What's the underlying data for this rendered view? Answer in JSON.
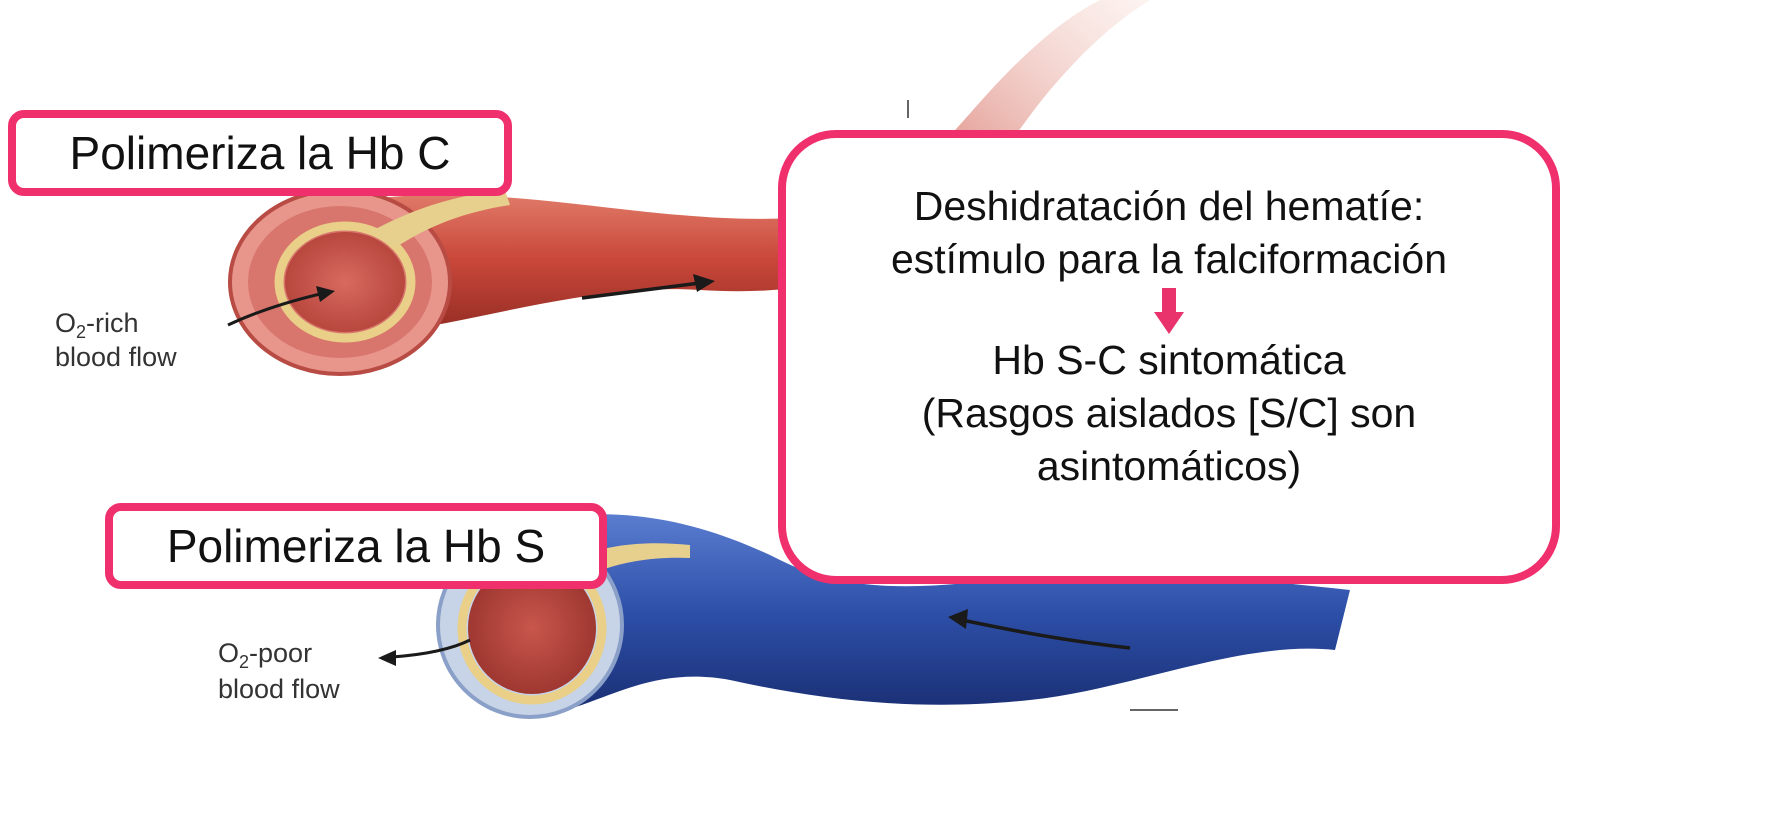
{
  "callout_hbc": "Polimeriza la Hb C",
  "callout_hbs": "Polimeriza la Hb S",
  "main_callout": {
    "line1": "Deshidratación del hematíe:",
    "line2": "estímulo para la falciformación",
    "line3": "Hb S-C sintomática",
    "line4": "(Rasgos aislados [S/C] son",
    "line5": "asintomáticos)"
  },
  "labels": {
    "o2_rich_prefix": "O",
    "o2_rich_sub": "2",
    "o2_rich_suffix": "-rich",
    "o2_rich_line2": "blood flow",
    "o2_poor_prefix": "O",
    "o2_poor_sub": "2",
    "o2_poor_suffix": "-poor",
    "o2_poor_line2": "blood flow"
  },
  "colors": {
    "accent_border": "#f0306d",
    "arrow": "#e8336d",
    "artery": "#c8463b",
    "vein": "#2c4fa8"
  }
}
